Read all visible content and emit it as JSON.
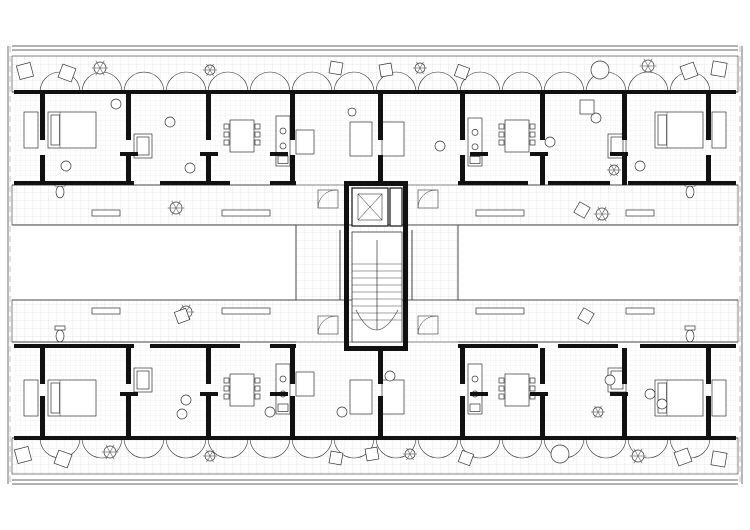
{
  "drawing": {
    "type": "architectural-floor-plan",
    "labels": [],
    "colors": {
      "background": "#ffffff",
      "wall": "#111111",
      "line": "#333333",
      "grid": "#d4d4d4",
      "tile": "#e2e2e2",
      "plant": "#6f6f6f"
    }
  },
  "blocks": [
    {
      "name": "north-block",
      "apartments": 4,
      "balcony": "north",
      "corridor": "south"
    },
    {
      "name": "south-block",
      "apartments": 4,
      "balcony": "south",
      "corridor": "north"
    }
  ],
  "core": {
    "elements": [
      "elevator",
      "stair",
      "shaft"
    ]
  },
  "furniture_types": [
    "bed",
    "sofa",
    "dining-table",
    "chairs",
    "kitchen-counter",
    "toilet",
    "armchair",
    "potted-plant",
    "outdoor-chair"
  ]
}
